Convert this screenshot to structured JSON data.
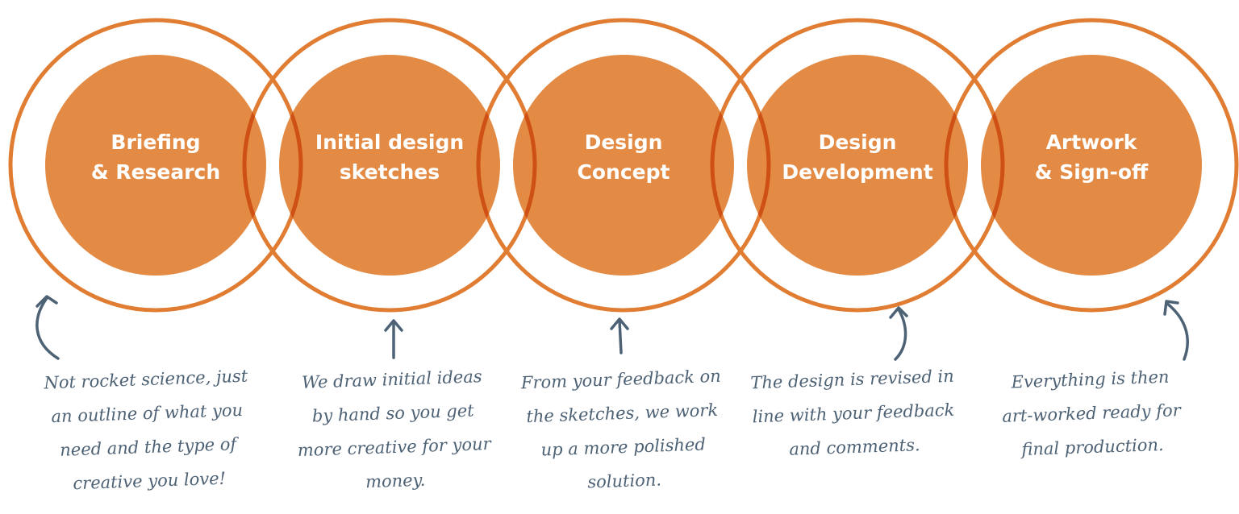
{
  "colors": {
    "circle_fill": "#e38b45",
    "ring": "#e07d33",
    "overlap": "#d05218",
    "overlap_stroke": "#cf5014",
    "title_text": "#ffffff",
    "note_text": "#4e6275",
    "arrow": "#4e6275"
  },
  "steps": [
    {
      "title_lines": [
        "Briefing",
        "& Research"
      ],
      "note_lines": [
        "Not rocket science, just",
        "an outline of what you",
        "need and the type of",
        "creative you love!"
      ],
      "arrow_icon": "curved-arrow-up-left-icon"
    },
    {
      "title_lines": [
        "Initial design",
        "sketches"
      ],
      "note_lines": [
        "We draw initial ideas",
        "by hand so you get",
        "more creative for your",
        "money."
      ],
      "arrow_icon": "arrow-up-icon"
    },
    {
      "title_lines": [
        "Design",
        "Concept"
      ],
      "note_lines": [
        "From your feedback on",
        "the sketches, we work",
        "up a more polished",
        "solution."
      ],
      "arrow_icon": "arrow-up-icon"
    },
    {
      "title_lines": [
        "Design",
        "Development"
      ],
      "note_lines": [
        "The design is revised in",
        "line with your feedback",
        "and comments."
      ],
      "arrow_icon": "curved-arrow-up-icon"
    },
    {
      "title_lines": [
        "Artwork",
        "& Sign-off"
      ],
      "note_lines": [
        "Everything is then",
        "art-worked ready for",
        "final production."
      ],
      "arrow_icon": "curved-arrow-up-right-icon"
    }
  ]
}
